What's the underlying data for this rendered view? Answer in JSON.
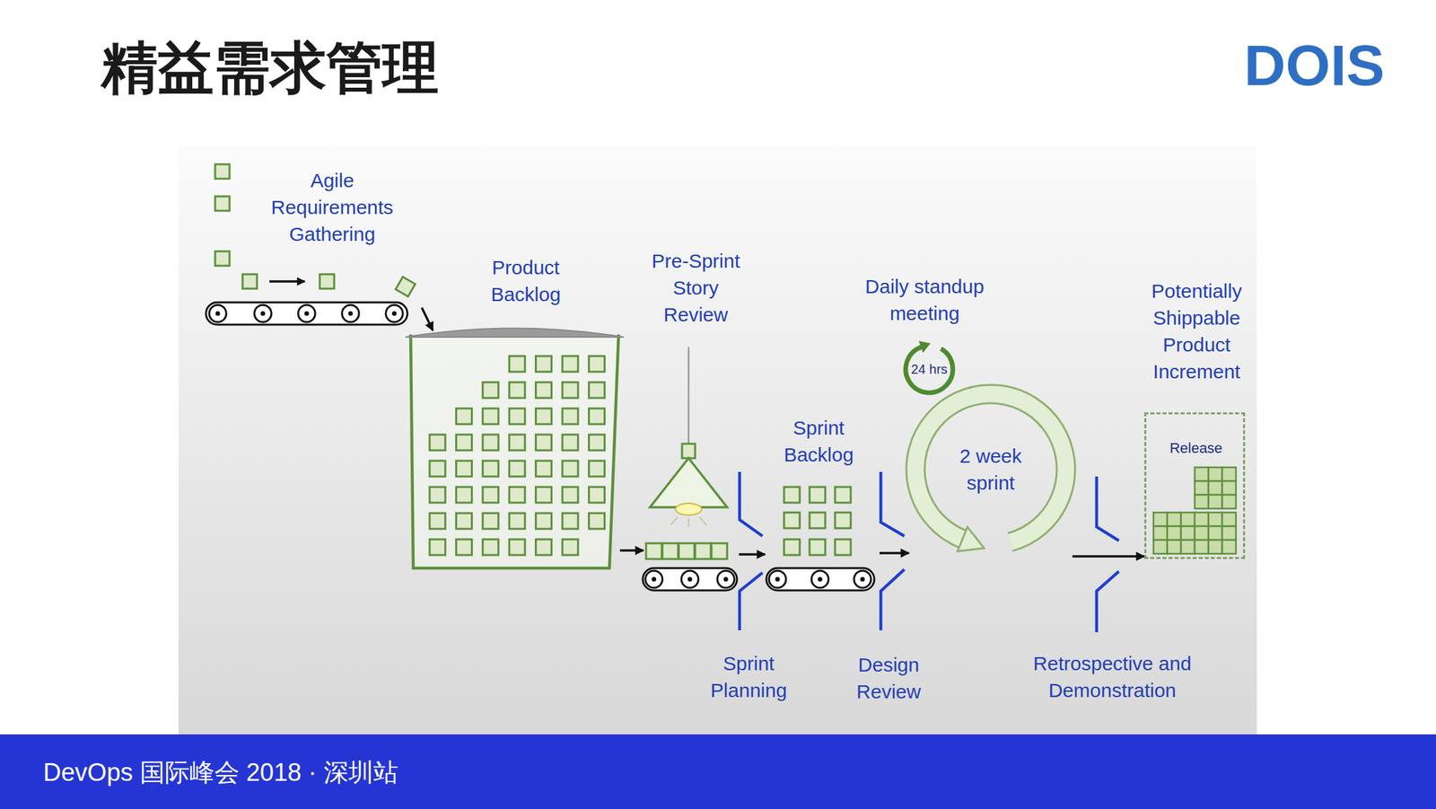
{
  "diagram": {
    "title": "精益需求管理",
    "nodes": [
      {
        "text": [
          "Agile Requirements Gathering"
        ]
      },
      {
        "text": [
          "Product Backlog"
        ]
      },
      {
        "text": [
          "Pre-Sprint Story Review"
        ]
      },
      {
        "text": [
          "Sprint Backlog"
        ]
      },
      {
        "text": [
          "Daily standup meeting",
          "24 hrs"
        ]
      },
      {
        "text": [
          "2 week sprint"
        ]
      },
      {
        "text": [
          "Potentially Shippable Product Increment",
          "Release"
        ]
      }
    ],
    "edges": [
      {
        "from": 0,
        "to": 1,
        "arrow": "to"
      },
      {
        "from": 1,
        "to": 2,
        "arrow": "to"
      },
      {
        "from": 2,
        "to": 3,
        "arrow": "to"
      },
      {
        "from": 3,
        "to": 5,
        "arrow": "to"
      },
      {
        "from": 5,
        "to": 6,
        "arrow": "to"
      }
    ],
    "labels": [
      "Sprint Planning",
      "Design Review",
      "Retrospective and Demonstration",
      "DOIS",
      "DevOps 国际峰会 2018 · 深圳站"
    ]
  }
}
